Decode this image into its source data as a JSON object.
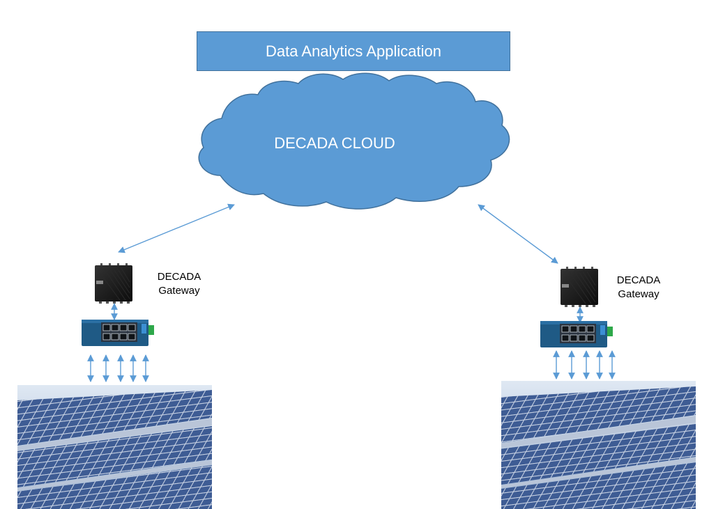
{
  "application": {
    "label": "Data Analytics Application"
  },
  "cloud": {
    "label": "DECADA CLOUD"
  },
  "sites": [
    {
      "gateway_label_line1": "DECADA",
      "gateway_label_line2": "Gateway",
      "field_device_links": 5
    },
    {
      "gateway_label_line1": "DECADA",
      "gateway_label_line2": "Gateway",
      "field_device_links": 5
    }
  ],
  "colors": {
    "box_fill": "#5b9bd5",
    "box_border": "#41719c",
    "cloud_fill": "#5b9bd5",
    "arrow": "#5b9bd5",
    "switch_body": "#1f5a85",
    "gateway_body": "#1c1c1c",
    "panel_cell": "#3f5f9a"
  },
  "icons": {
    "gateway": "gateway-device-icon",
    "switch": "ethernet-switch-icon",
    "solar": "solar-panel-array-icon"
  }
}
